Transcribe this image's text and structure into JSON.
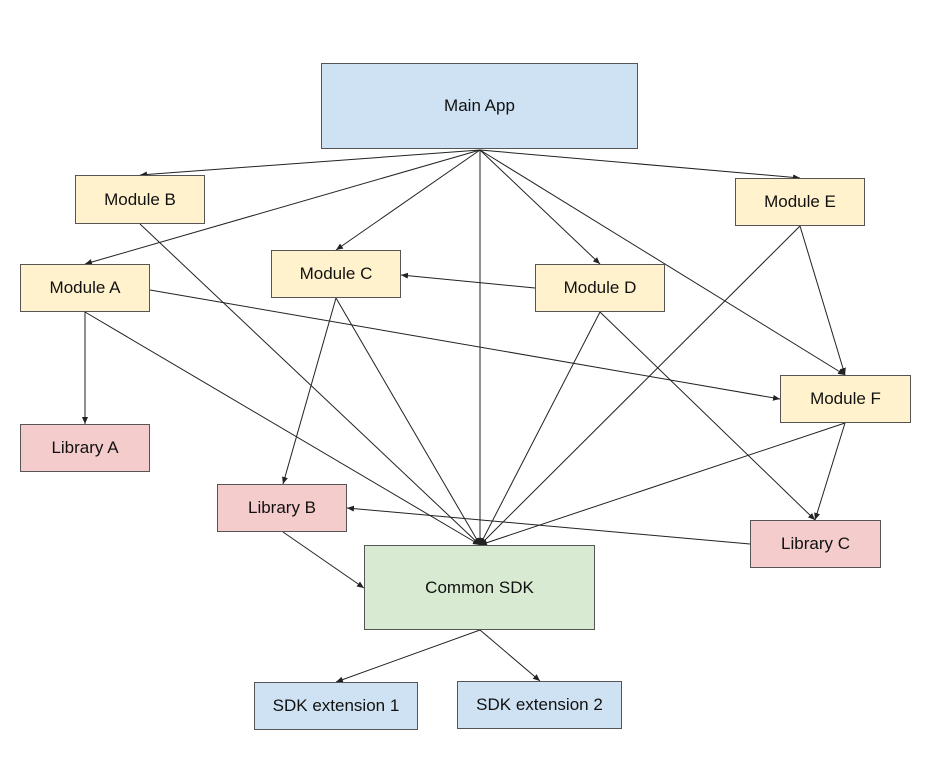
{
  "colors": {
    "app_fill": "#cfe2f3",
    "module_fill": "#fff2cc",
    "library_fill": "#f4cccc",
    "sdk_fill": "#d9ead3",
    "extension_fill": "#cfe2f3",
    "border": "#555555",
    "edge": "#222222"
  },
  "nodes": {
    "main_app": {
      "label": "Main App",
      "kind": "app"
    },
    "module_a": {
      "label": "Module A",
      "kind": "module"
    },
    "module_b": {
      "label": "Module B",
      "kind": "module"
    },
    "module_c": {
      "label": "Module C",
      "kind": "module"
    },
    "module_d": {
      "label": "Module D",
      "kind": "module"
    },
    "module_e": {
      "label": "Module E",
      "kind": "module"
    },
    "module_f": {
      "label": "Module F",
      "kind": "module"
    },
    "library_a": {
      "label": "Library A",
      "kind": "library"
    },
    "library_b": {
      "label": "Library B",
      "kind": "library"
    },
    "library_c": {
      "label": "Library C",
      "kind": "library"
    },
    "common_sdk": {
      "label": "Common SDK",
      "kind": "sdk"
    },
    "sdk_extension_1": {
      "label": "SDK extension 1",
      "kind": "extension"
    },
    "sdk_extension_2": {
      "label": "SDK extension 2",
      "kind": "extension"
    }
  },
  "edges": [
    {
      "from": "main_app",
      "to": "module_b"
    },
    {
      "from": "main_app",
      "to": "module_a"
    },
    {
      "from": "main_app",
      "to": "module_c"
    },
    {
      "from": "main_app",
      "to": "module_d"
    },
    {
      "from": "main_app",
      "to": "module_e"
    },
    {
      "from": "main_app",
      "to": "module_f"
    },
    {
      "from": "main_app",
      "to": "common_sdk"
    },
    {
      "from": "module_b",
      "to": "common_sdk"
    },
    {
      "from": "module_a",
      "to": "library_a"
    },
    {
      "from": "module_a",
      "to": "common_sdk"
    },
    {
      "from": "module_a",
      "to": "module_f"
    },
    {
      "from": "module_c",
      "to": "library_b"
    },
    {
      "from": "module_c",
      "to": "common_sdk"
    },
    {
      "from": "module_d",
      "to": "module_c"
    },
    {
      "from": "module_d",
      "to": "common_sdk"
    },
    {
      "from": "module_d",
      "to": "library_c"
    },
    {
      "from": "module_e",
      "to": "common_sdk"
    },
    {
      "from": "module_e",
      "to": "module_f"
    },
    {
      "from": "module_f",
      "to": "common_sdk"
    },
    {
      "from": "module_f",
      "to": "library_c"
    },
    {
      "from": "library_c",
      "to": "library_b"
    },
    {
      "from": "library_b",
      "to": "common_sdk"
    },
    {
      "from": "common_sdk",
      "to": "sdk_extension_1"
    },
    {
      "from": "common_sdk",
      "to": "sdk_extension_2"
    }
  ]
}
